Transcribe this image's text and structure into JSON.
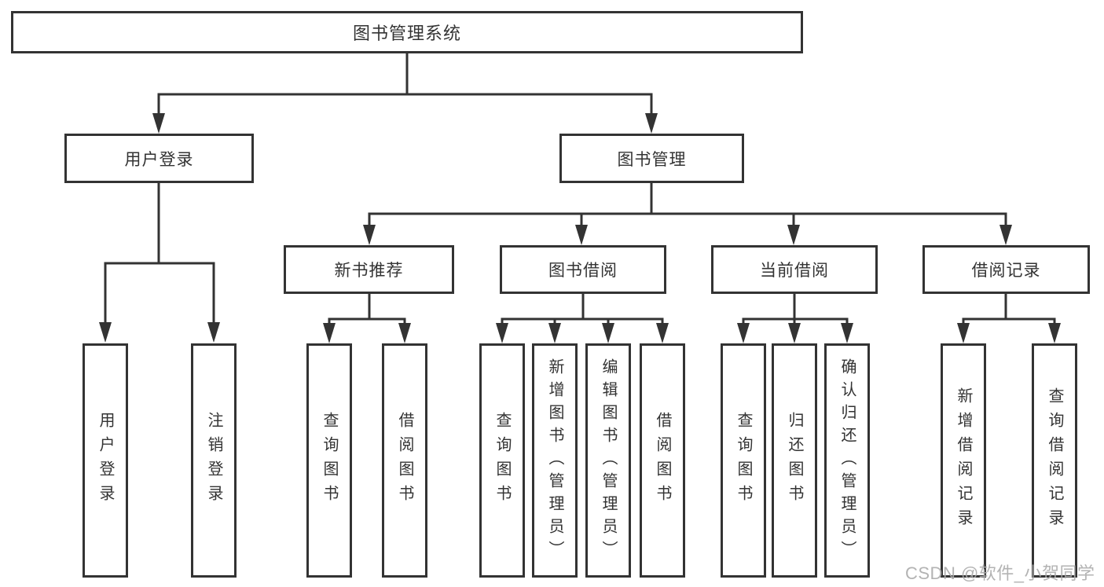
{
  "diagram": {
    "root": {
      "label": "图书管理系统",
      "children": [
        {
          "label": "用户登录",
          "children": [
            {
              "label": "用户登录"
            },
            {
              "label": "注销登录"
            }
          ]
        },
        {
          "label": "图书管理",
          "children": [
            {
              "label": "新书推荐",
              "children": [
                {
                  "label": "查询图书"
                },
                {
                  "label": "借阅图书"
                }
              ]
            },
            {
              "label": "图书借阅",
              "children": [
                {
                  "label": "查询图书"
                },
                {
                  "label": "新增图书（管理员）"
                },
                {
                  "label": "编辑图书（管理员）"
                },
                {
                  "label": "借阅图书"
                }
              ]
            },
            {
              "label": "当前借阅",
              "children": [
                {
                  "label": "查询图书"
                },
                {
                  "label": "归还图书"
                },
                {
                  "label": "确认归还（管理员）"
                }
              ]
            },
            {
              "label": "借阅记录",
              "children": [
                {
                  "label": "新增借阅记录"
                },
                {
                  "label": "查询借阅记录"
                }
              ]
            }
          ]
        }
      ]
    }
  },
  "watermark": {
    "text": "CSDN @软件_小贺同学",
    "color": "#ababab"
  },
  "colors": {
    "line": "#333333",
    "text": "#333333",
    "background": "#ffffff"
  }
}
